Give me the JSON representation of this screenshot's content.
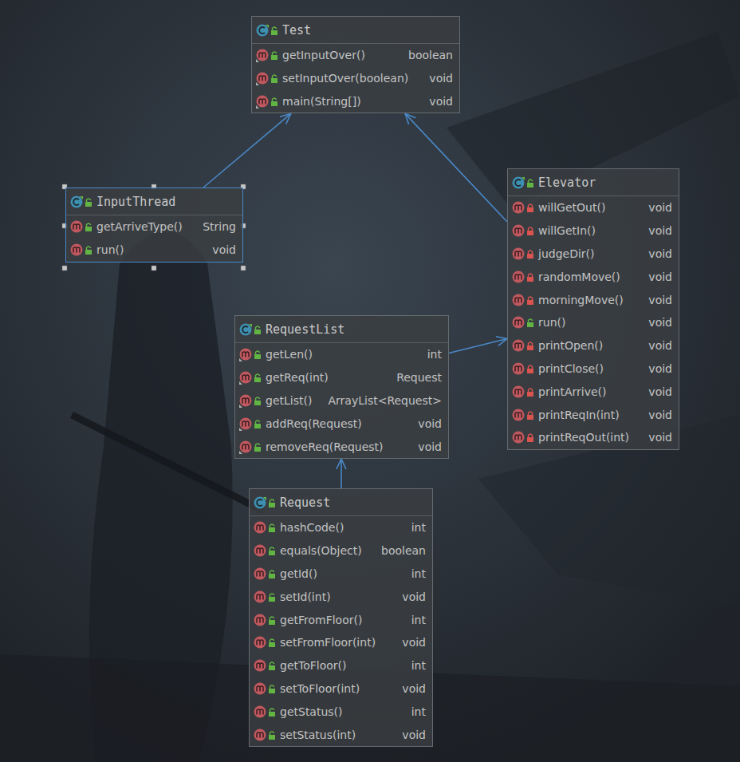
{
  "diagram": {
    "nodes": [
      {
        "text": [
          "Test",
          "getInputOver()",
          "boolean",
          "setInputOver(boolean)",
          "void",
          "main(String[])",
          "void"
        ]
      },
      {
        "text": [
          "InputThread",
          "getArriveType()",
          "String",
          "run()",
          "void"
        ]
      },
      {
        "text": [
          "Elevator",
          "willGetOut()",
          "void",
          "willGetIn()",
          "void",
          "judgeDir()",
          "void",
          "randomMove()",
          "void",
          "morningMove()",
          "void",
          "run()",
          "void",
          "printOpen()",
          "void",
          "printClose()",
          "void",
          "printArrive()",
          "void",
          "printReqIn(int)",
          "void",
          "printReqOut(int)",
          "void"
        ]
      },
      {
        "text": [
          "RequestList",
          "getLen()",
          "int",
          "getReq(int)",
          "Request",
          "getList()",
          "ArrayList<Request>",
          "addReq(Request)",
          "void",
          "removeReq(Request)",
          "void"
        ]
      },
      {
        "text": [
          "Request",
          "hashCode()",
          "int",
          "equals(Object)",
          "boolean",
          "getId()",
          "int",
          "setId(int)",
          "void",
          "getFromFloor()",
          "int",
          "setFromFloor(int)",
          "void",
          "getToFloor()",
          "int",
          "setToFloor(int)",
          "void",
          "getStatus()",
          "int",
          "setStatus(int)",
          "void"
        ]
      }
    ],
    "edges": [
      {
        "from": 1,
        "to": 0,
        "arrow": "to"
      },
      {
        "from": 2,
        "to": 0,
        "arrow": "to"
      },
      {
        "from": 3,
        "to": 2,
        "arrow": "to"
      },
      {
        "from": 4,
        "to": 3,
        "arrow": "to"
      }
    ]
  }
}
